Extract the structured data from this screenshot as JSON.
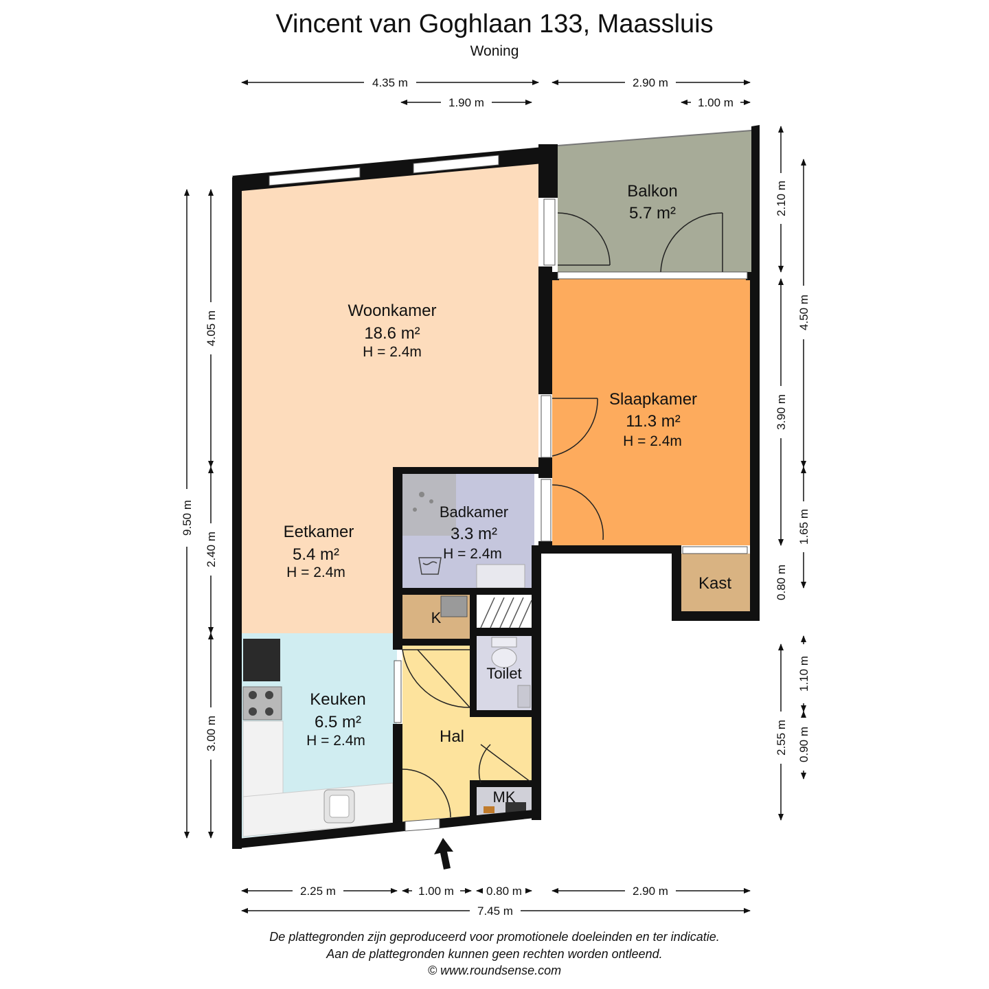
{
  "header": {
    "title": "Vincent van Goghlaan 133, Maassluis",
    "subtitle": "Woning"
  },
  "rooms": {
    "woonkamer": {
      "name": "Woonkamer",
      "area": "18.6 m²",
      "height": "H = 2.4m"
    },
    "eetkamer": {
      "name": "Eetkamer",
      "area": "5.4 m²",
      "height": "H = 2.4m"
    },
    "keuken": {
      "name": "Keuken",
      "area": "6.5 m²",
      "height": "H = 2.4m"
    },
    "balkon": {
      "name": "Balkon",
      "area": "5.7 m²"
    },
    "slaapkamer": {
      "name": "Slaapkamer",
      "area": "11.3 m²",
      "height": "H = 2.4m"
    },
    "badkamer": {
      "name": "Badkamer",
      "area": "3.3 m²",
      "height": "H = 2.4m"
    },
    "kast": {
      "name": "Kast"
    },
    "k": {
      "name": "K"
    },
    "toilet": {
      "name": "Toilet"
    },
    "hal": {
      "name": "Hal"
    },
    "mk": {
      "name": "MK"
    }
  },
  "dimensions": {
    "top_4_35": "4.35 m",
    "top_2_90": "2.90 m",
    "top_1_90": "1.90 m",
    "top_1_00": "1.00 m",
    "left_9_50": "9.50 m",
    "left_4_05": "4.05 m",
    "left_2_40": "2.40 m",
    "left_3_00": "3.00 m",
    "right_2_10": "2.10 m",
    "right_4_50": "4.50 m",
    "right_3_90": "3.90 m",
    "right_1_65": "1.65 m",
    "right_0_80": "0.80 m",
    "right_2_55": "2.55 m",
    "right_1_10": "1.10 m",
    "right_0_90": "0.90 m",
    "bottom_2_25": "2.25 m",
    "bottom_1_00": "1.00 m",
    "bottom_0_80": "0.80 m",
    "bottom_2_90": "2.90 m",
    "bottom_7_45": "7.45 m"
  },
  "footer": {
    "line1": "De plattegronden zijn geproduceerd voor promotionele doeleinden en ter indicatie.",
    "line2": "Aan de plattegronden kunnen geen rechten worden ontleend.",
    "line3": "© www.roundsense.com"
  },
  "colors": {
    "wall": "#111111",
    "woonkamer": "#fddcbc",
    "keuken": "#d0edf1",
    "balkon": "#a7ab98",
    "slaapkamer": "#fdab5d",
    "badkamer": "#c5c6dd",
    "hal": "#fde39d",
    "kast": "#d9b382",
    "toilet": "#d8d8e6"
  }
}
